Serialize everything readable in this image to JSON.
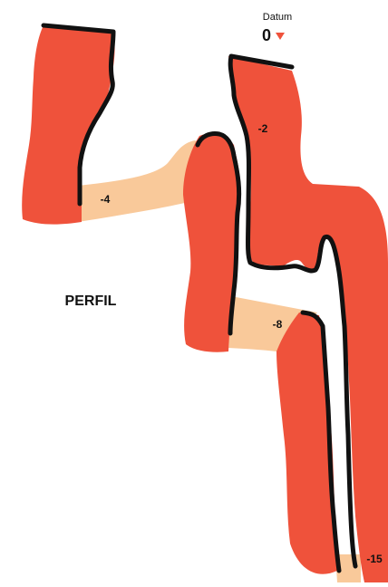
{
  "datum": {
    "label": "Datum",
    "value": "0"
  },
  "title": "PERFIL",
  "depths": [
    "-4",
    "-2",
    "-8",
    "-15"
  ],
  "colors": {
    "rock": "#ef523b",
    "sediment": "#f9c99a",
    "outline": "#111111",
    "marker": "#ef523b"
  }
}
